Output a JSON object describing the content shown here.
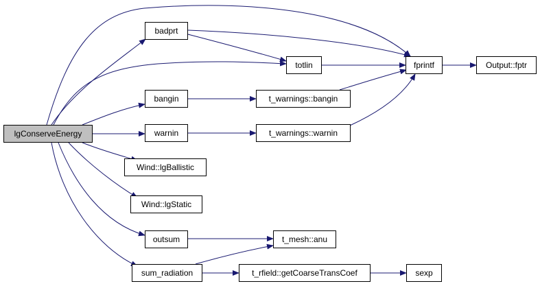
{
  "graph": {
    "edge_color": "#191970",
    "root_fill": "#bfbfbf",
    "nodes": {
      "lgConserveEnergy": "lgConserveEnergy",
      "badprt": "badprt",
      "totlin": "totlin",
      "fprintf": "fprintf",
      "output_fptr": "Output::fptr",
      "bangin": "bangin",
      "t_warnings_bangin": "t_warnings::bangin",
      "warnin": "warnin",
      "t_warnings_warnin": "t_warnings::warnin",
      "wind_lgballistic": "Wind::lgBallistic",
      "wind_lgstatic": "Wind::lgStatic",
      "outsum": "outsum",
      "t_mesh_anu": "t_mesh::anu",
      "sum_radiation": "sum_radiation",
      "t_rfield_getcoarsetranscoef": "t_rfield::getCoarseTransCoef",
      "sexp": "sexp"
    },
    "edges": [
      [
        "lgConserveEnergy",
        "badprt"
      ],
      [
        "lgConserveEnergy",
        "totlin"
      ],
      [
        "lgConserveEnergy",
        "fprintf"
      ],
      [
        "lgConserveEnergy",
        "bangin"
      ],
      [
        "lgConserveEnergy",
        "warnin"
      ],
      [
        "lgConserveEnergy",
        "wind_lgballistic"
      ],
      [
        "lgConserveEnergy",
        "wind_lgstatic"
      ],
      [
        "lgConserveEnergy",
        "outsum"
      ],
      [
        "lgConserveEnergy",
        "sum_radiation"
      ],
      [
        "badprt",
        "totlin"
      ],
      [
        "badprt",
        "fprintf"
      ],
      [
        "totlin",
        "fprintf"
      ],
      [
        "fprintf",
        "output_fptr"
      ],
      [
        "bangin",
        "t_warnings_bangin"
      ],
      [
        "t_warnings_bangin",
        "fprintf"
      ],
      [
        "warnin",
        "t_warnings_warnin"
      ],
      [
        "t_warnings_warnin",
        "fprintf"
      ],
      [
        "outsum",
        "t_mesh_anu"
      ],
      [
        "sum_radiation",
        "t_mesh_anu"
      ],
      [
        "sum_radiation",
        "t_rfield_getcoarsetranscoef"
      ],
      [
        "t_rfield_getcoarsetranscoef",
        "sexp"
      ]
    ]
  }
}
